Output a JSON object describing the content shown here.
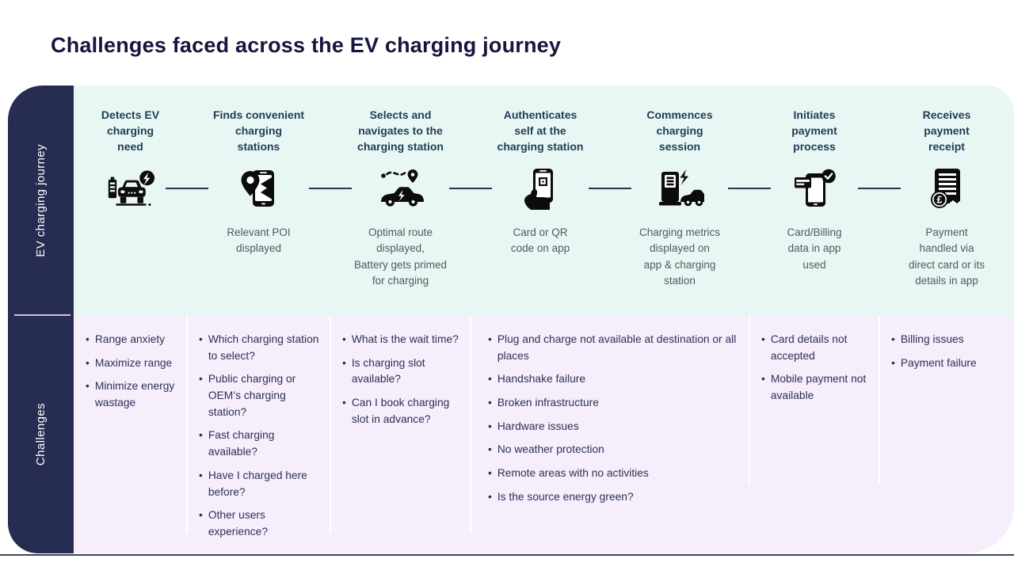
{
  "title": "Challenges faced across the EV charging journey",
  "sidebar": {
    "journey_label": "EV charging journey",
    "challenges_label": "Challenges"
  },
  "journey": {
    "steps": [
      {
        "icon": "ev-car-battery-icon",
        "title": "Detects EV\ncharging\nneed",
        "caption": ""
      },
      {
        "icon": "phone-map-pin-icon",
        "title": "Finds convenient\ncharging\nstations",
        "caption": "Relevant POI\ndisplayed"
      },
      {
        "icon": "car-route-icon",
        "title": "Selects and\nnavigates to the\ncharging station",
        "caption": "Optimal route\ndisplayed,\nBattery gets primed\nfor charging"
      },
      {
        "icon": "phone-qr-hand-icon",
        "title": "Authenticates\nself at the\ncharging station",
        "caption": "Card or QR\ncode on app"
      },
      {
        "icon": "charging-station-car-icon",
        "title": "Commences\ncharging\nsession",
        "caption": "Charging metrics\ndisplayed on\napp & charging\nstation"
      },
      {
        "icon": "phone-card-check-icon",
        "title": "Initiates\npayment\nprocess",
        "caption": "Card/Billing\ndata in app\nused"
      },
      {
        "icon": "receipt-coin-icon",
        "title": "Receives\npayment\nreceipt",
        "caption": "Payment\nhandled via\ndirect card or its\ndetails in app"
      }
    ]
  },
  "challenges": {
    "columns": [
      {
        "items": [
          "Range anxiety",
          "Maximize range",
          "Minimize energy wastage"
        ]
      },
      {
        "items": [
          "Which charging station to select?",
          "Public charging or OEM’s charging station?",
          "Fast charging available?",
          "Have I charged here before?",
          "Other users experience?"
        ]
      },
      {
        "items": [
          "What is the wait time?",
          "Is charging slot available?",
          "Can I book charging slot in advance?"
        ]
      },
      {
        "items": [
          "Plug and charge not available at destination or all places",
          "Handshake failure",
          "Broken infrastructure",
          "Hardware issues",
          "No weather protection",
          "Remote areas with no activities",
          "Is the source energy green?"
        ]
      },
      {
        "items": [
          "Card details not accepted",
          "Mobile payment not available"
        ]
      },
      {
        "items": [
          "Billing issues",
          "Payment failure"
        ]
      }
    ]
  },
  "colors": {
    "navy": "#272c53",
    "mint": "#e8f7f3",
    "lavender": "#f6eefb",
    "title_ink": "#15163e",
    "step_title": "#1e3c57",
    "caption": "#54585e",
    "challenge_text": "#2c3156"
  }
}
